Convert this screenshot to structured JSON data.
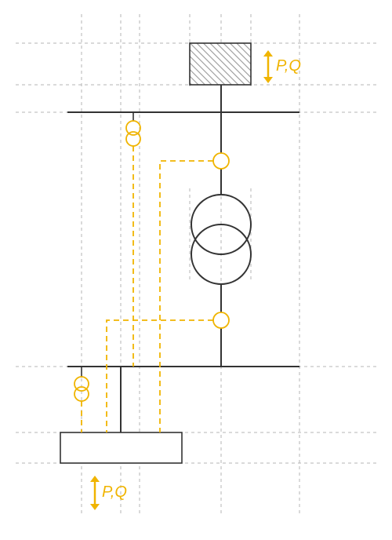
{
  "colors": {
    "line": "#333333",
    "accent": "#f0b400",
    "grid": "#b5b5b5",
    "hatch": "#9a9a9a"
  },
  "labels": {
    "top_flow": "P,Q",
    "bottom_flow": "P,Q"
  },
  "icons": {
    "transformer": "two-winding-transformer",
    "current_transformer": "instrument-transformer",
    "sensor": "measurement-circle"
  }
}
